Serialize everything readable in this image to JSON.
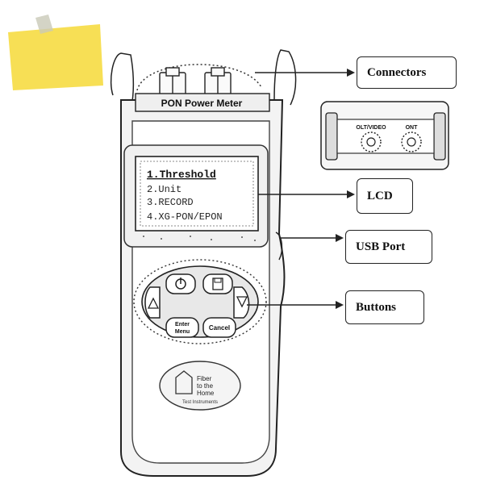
{
  "device": {
    "title": "PON Power Meter",
    "lcd_menu": [
      "1.Threshold",
      "2.Unit",
      "3.RECORD",
      "4.XG-PON/EPON"
    ],
    "port_labels": [
      "OLT/VIDEO",
      "ONT"
    ],
    "buttons": {
      "enter_top": "Enter",
      "enter_bottom": "Menu",
      "cancel": "Cancel"
    },
    "logo": {
      "line1": "Fiber",
      "line2": "to the",
      "line3": "Home",
      "brand": "Test Instruments"
    }
  },
  "callouts": {
    "connectors": "Connectors",
    "lcd": "LCD",
    "usb_port": "USB Port",
    "buttons": "Buttons"
  },
  "colors": {
    "sticky_note": "#f7df55",
    "outline": "#222222"
  }
}
